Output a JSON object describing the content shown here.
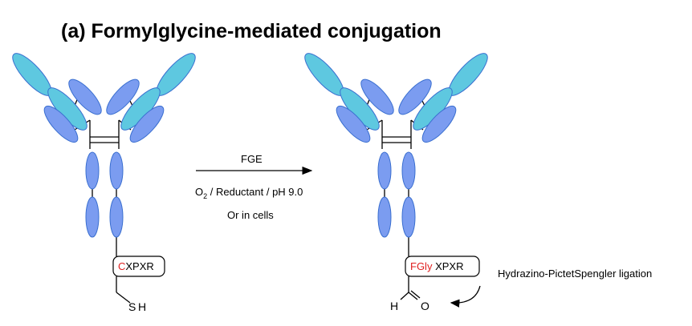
{
  "title": "(a) Formylglycine-mediated conjugation",
  "reaction": {
    "enzyme": "FGE",
    "conditions_o": "O",
    "conditions_sub": "2",
    "conditions_rest": " / Reductant / pH 9.0",
    "alt": "Or in cells"
  },
  "left_antibody": {
    "tag_red": "C",
    "tag_black": "XPXR",
    "thiol_s": "S",
    "thiol_h": "H"
  },
  "right_antibody": {
    "tag_red": "FGly",
    "tag_black": " XPXR",
    "aldehyde_h": "H",
    "aldehyde_o": "O"
  },
  "ligation_label": "Hydrazino-PictetSpengler ligation",
  "colors": {
    "light_chain": "#5ec8e0",
    "heavy_chain": "#7b9cf0",
    "outline": "#3a6fd0",
    "highlight": "#e02020"
  }
}
